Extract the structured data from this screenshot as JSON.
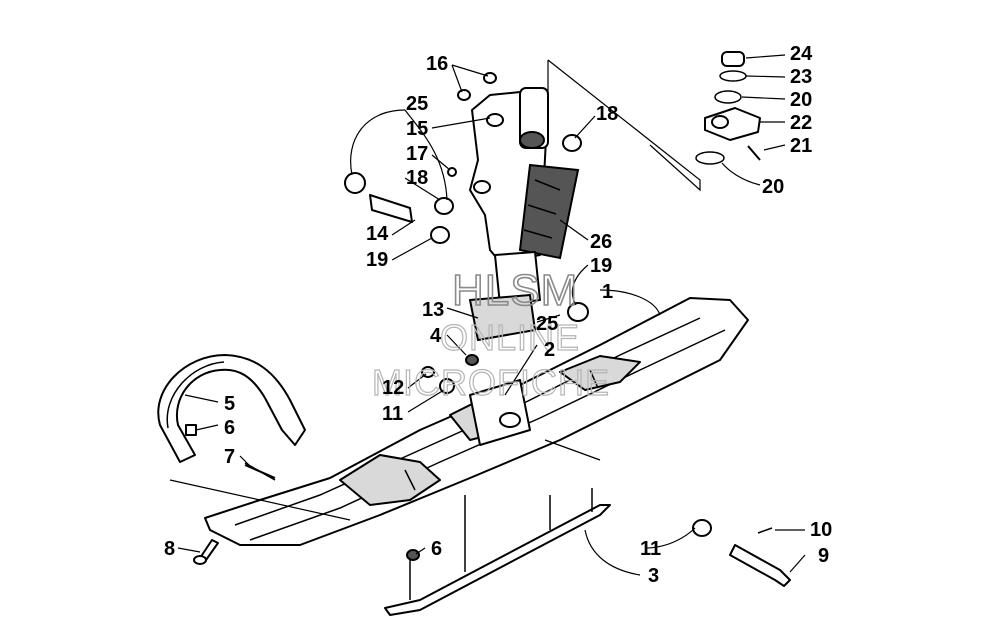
{
  "watermark": {
    "line1": "HLSM",
    "line2": "ONLINE",
    "line3": "MICROFICHE"
  },
  "callouts": [
    {
      "id": "c16",
      "label": "16"
    },
    {
      "id": "c25a",
      "label": "25"
    },
    {
      "id": "c15",
      "label": "15"
    },
    {
      "id": "c17",
      "label": "17"
    },
    {
      "id": "c18a",
      "label": "18"
    },
    {
      "id": "c18b",
      "label": "18"
    },
    {
      "id": "c14",
      "label": "14"
    },
    {
      "id": "c19a",
      "label": "19"
    },
    {
      "id": "c26",
      "label": "26"
    },
    {
      "id": "c19b",
      "label": "19"
    },
    {
      "id": "c1",
      "label": "1"
    },
    {
      "id": "c13",
      "label": "13"
    },
    {
      "id": "c4",
      "label": "4"
    },
    {
      "id": "c25b",
      "label": "25"
    },
    {
      "id": "c2",
      "label": "2"
    },
    {
      "id": "c12",
      "label": "12"
    },
    {
      "id": "c11a",
      "label": "11"
    },
    {
      "id": "c5",
      "label": "5"
    },
    {
      "id": "c6a",
      "label": "6"
    },
    {
      "id": "c7",
      "label": "7"
    },
    {
      "id": "c8",
      "label": "8"
    },
    {
      "id": "c6b",
      "label": "6"
    },
    {
      "id": "c11b",
      "label": "11"
    },
    {
      "id": "c3",
      "label": "3"
    },
    {
      "id": "c10",
      "label": "10"
    },
    {
      "id": "c9",
      "label": "9"
    },
    {
      "id": "c24",
      "label": "24"
    },
    {
      "id": "c23",
      "label": "23"
    },
    {
      "id": "c20a",
      "label": "20"
    },
    {
      "id": "c22",
      "label": "22"
    },
    {
      "id": "c21",
      "label": "21"
    },
    {
      "id": "c20b",
      "label": "20"
    }
  ]
}
